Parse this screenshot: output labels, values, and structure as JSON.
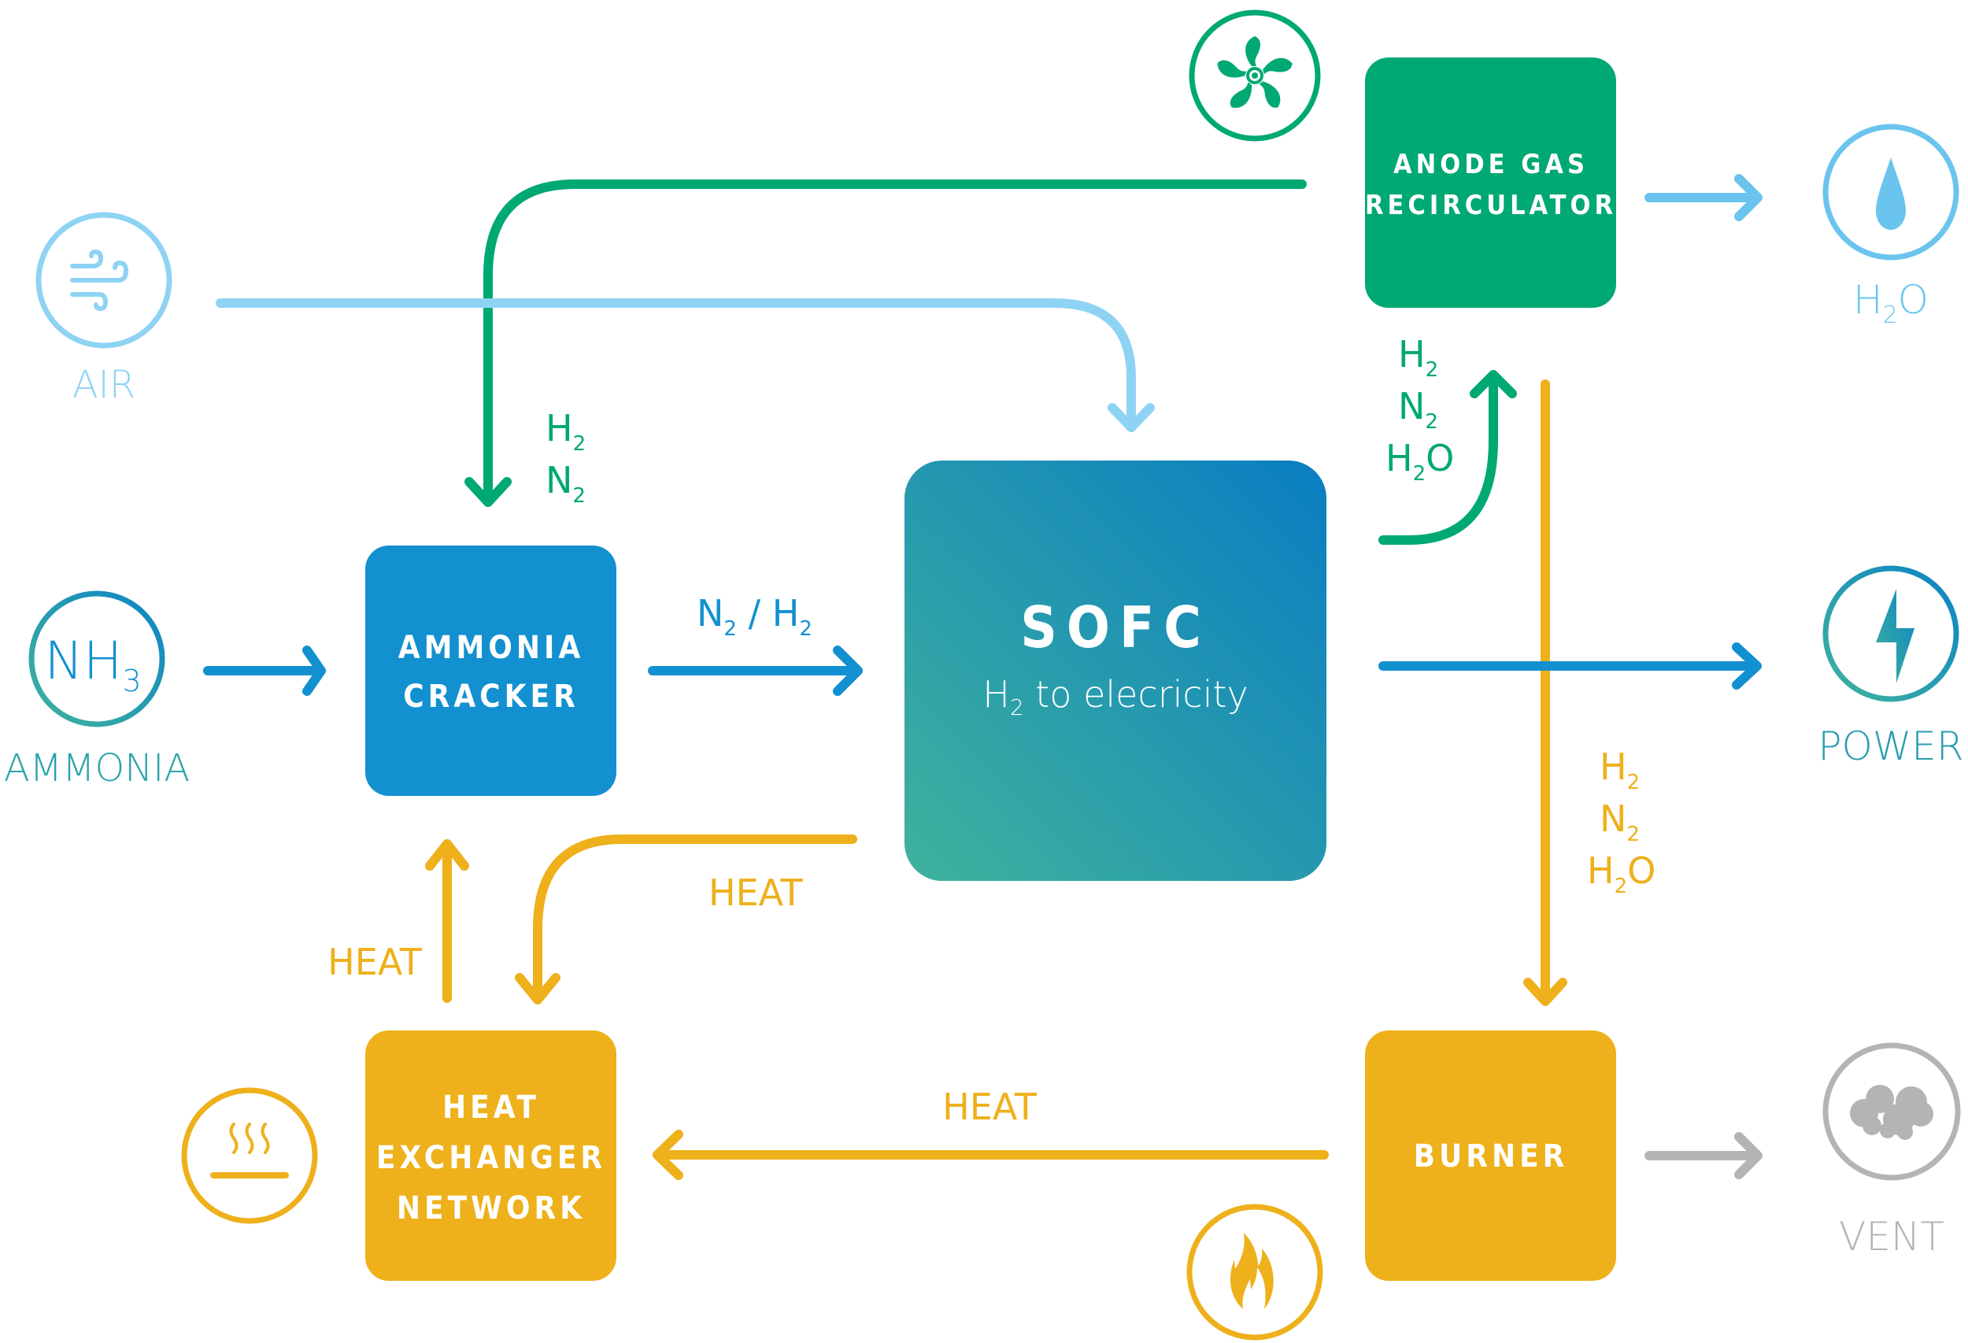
{
  "colors": {
    "green": "#00a874",
    "blue": "#1290d0",
    "light_blue": "#8fd3f4",
    "sky_blue": "#6ac4ee",
    "orange": "#eeb01b",
    "grey": "#b3b5b4",
    "teal_start": "#3fb39c",
    "teal_end": "#0a7dc2"
  },
  "inputs": {
    "air": {
      "label": "AIR",
      "icon": "wind-icon"
    },
    "ammonia": {
      "label": "AMMONIA",
      "formula_main": "NH",
      "formula_sub": "3",
      "icon": "nh3-icon"
    }
  },
  "outputs": {
    "water": {
      "label_main": "H",
      "label_sub": "2",
      "label_tail": "O",
      "icon": "water-drop-icon"
    },
    "power": {
      "label": "POWER",
      "icon": "lightning-icon"
    },
    "vent": {
      "label": "VENT",
      "icon": "cloud-icon"
    }
  },
  "components": {
    "ammonia_cracker": {
      "lines": [
        "AMMONIA",
        "CRACKER"
      ]
    },
    "sofc": {
      "title": "SOFC",
      "subtitle_main": "H",
      "subtitle_sub": "2",
      "subtitle_tail": " to elecricity"
    },
    "anode_recirculator": {
      "lines": [
        "ANODE GAS",
        "RECIRCULATOR"
      ],
      "icon": "fan-icon"
    },
    "heat_exchanger": {
      "lines": [
        "HEAT",
        "EXCHANGER",
        "NETWORK"
      ],
      "icon": "heat-plate-icon"
    },
    "burner": {
      "lines": [
        "BURNER"
      ],
      "icon": "flame-icon"
    }
  },
  "flows": {
    "recirc_to_cracker": {
      "species": [
        {
          "main": "H",
          "sub": "2"
        },
        {
          "main": "N",
          "sub": "2"
        }
      ]
    },
    "cracker_to_sofc": {
      "label_a_main": "N",
      "label_a_sub": "2",
      "sep": " / ",
      "label_b_main": "H",
      "label_b_sub": "2"
    },
    "sofc_to_recirc": {
      "species": [
        {
          "main": "H",
          "sub": "2"
        },
        {
          "main": "N",
          "sub": "2"
        },
        {
          "main": "H",
          "sub": "2",
          "tail": "O"
        }
      ]
    },
    "recirc_to_burner": {
      "species": [
        {
          "main": "H",
          "sub": "2"
        },
        {
          "main": "N",
          "sub": "2"
        },
        {
          "main": "H",
          "sub": "2",
          "tail": "O"
        }
      ]
    },
    "sofc_heat": {
      "label": "HEAT"
    },
    "hen_to_cracker_heat": {
      "label": "HEAT"
    },
    "burner_to_hen_heat": {
      "label": "HEAT"
    }
  }
}
